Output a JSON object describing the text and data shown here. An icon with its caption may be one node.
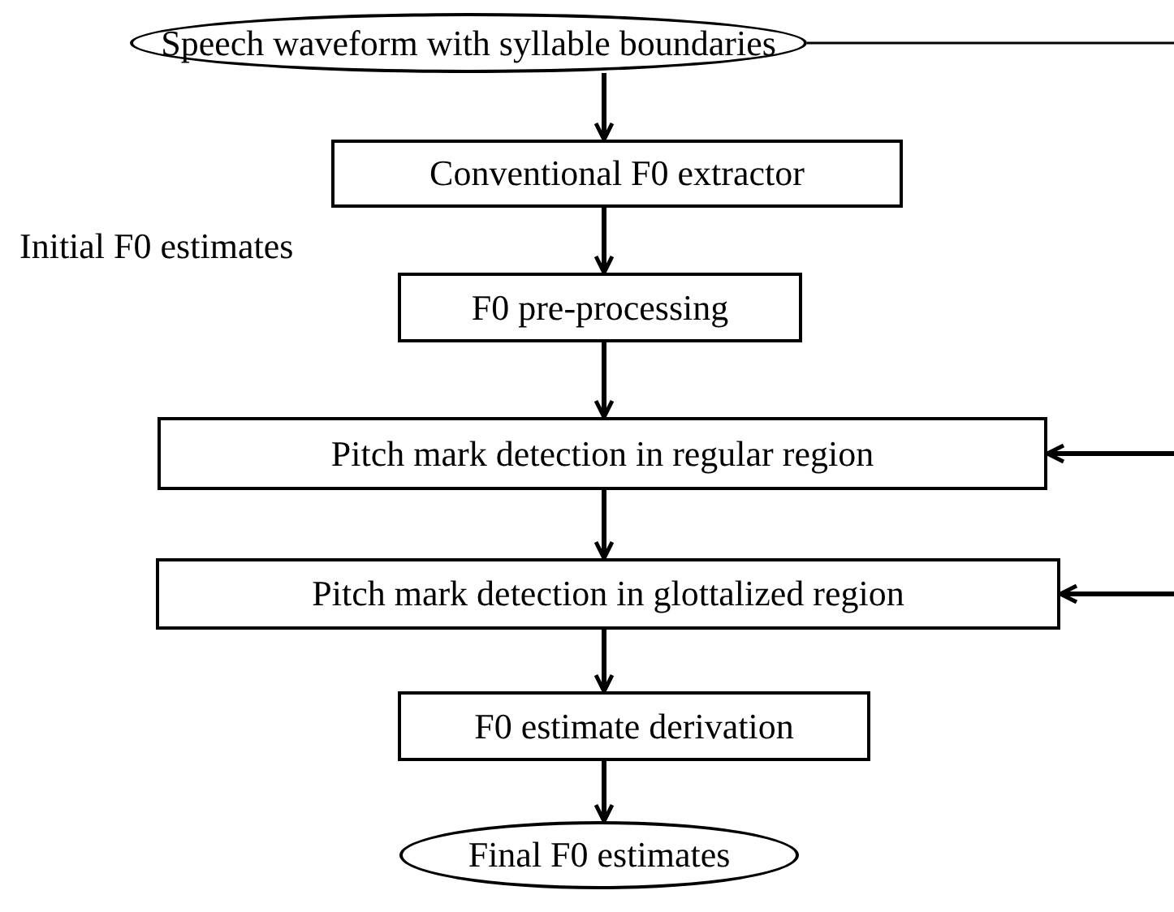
{
  "diagram": {
    "nodes": [
      {
        "text": [
          "Speech waveform with syllable boundaries"
        ]
      },
      {
        "text": [
          "Conventional F0 extractor"
        ]
      },
      {
        "text": [
          "F0 pre-processing"
        ]
      },
      {
        "text": [
          "Pitch mark detection in regular region"
        ]
      },
      {
        "text": [
          "Pitch mark detection in glottalized region"
        ]
      },
      {
        "text": [
          "F0 estimate derivation"
        ]
      },
      {
        "text": [
          "Final F0 estimates"
        ]
      }
    ],
    "edges": [
      {
        "from": 0,
        "to": 1,
        "arrow": "to"
      },
      {
        "from": 1,
        "to": 2,
        "arrow": "to"
      },
      {
        "from": 2,
        "to": 3,
        "arrow": "to"
      },
      {
        "from": 3,
        "to": 4,
        "arrow": "to"
      },
      {
        "from": 4,
        "to": 5,
        "arrow": "to"
      },
      {
        "from": 5,
        "to": 6,
        "arrow": "to"
      },
      {
        "from": 0,
        "to": null,
        "arrow": "none"
      },
      {
        "from": null,
        "to": 3,
        "arrow": "to"
      },
      {
        "from": null,
        "to": 4,
        "arrow": "to"
      }
    ],
    "labels": [
      "Initial F0 estimates"
    ]
  }
}
